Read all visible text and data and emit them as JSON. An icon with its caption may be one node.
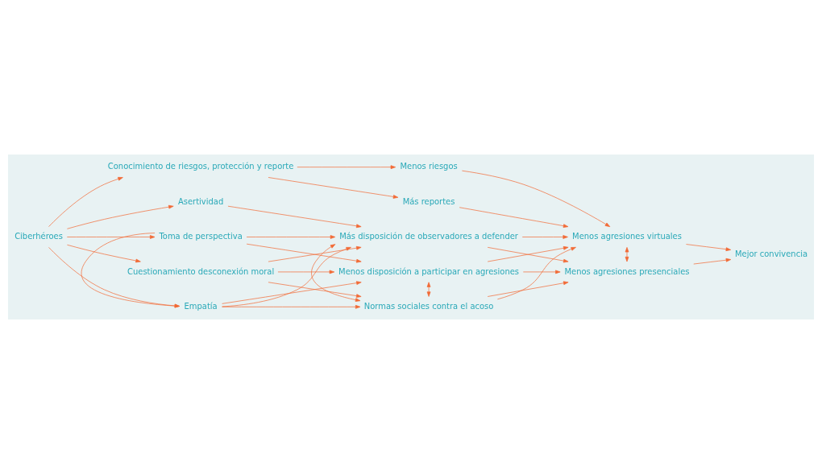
{
  "diagram": {
    "nodes": [
      {
        "text": [
          "Ciberhéroes"
        ]
      },
      {
        "text": [
          "Toma de perspectiva"
        ]
      },
      {
        "text": [
          "Empatía"
        ]
      },
      {
        "text": [
          "Asertividad"
        ]
      },
      {
        "text": [
          "Cuestionamiento desconexión moral"
        ]
      },
      {
        "text": [
          "Conocimiento de riesgos, protección y reporte"
        ]
      },
      {
        "text": [
          "Menos disposición a participar en agresiones"
        ]
      },
      {
        "text": [
          "Más disposición de observadores a defender"
        ]
      },
      {
        "text": [
          "Normas sociales contra el acoso"
        ]
      },
      {
        "text": [
          "Menos riesgos"
        ]
      },
      {
        "text": [
          "Más reportes"
        ]
      },
      {
        "text": [
          "Menos agresiones virtuales"
        ]
      },
      {
        "text": [
          "Menos agresiones presenciales"
        ]
      },
      {
        "text": [
          "Mejor convivencia"
        ]
      }
    ],
    "edges": [
      {
        "from": 0,
        "to": 1,
        "arrow": "to"
      },
      {
        "from": 0,
        "to": 2,
        "arrow": "to"
      },
      {
        "from": 0,
        "to": 3,
        "arrow": "to"
      },
      {
        "from": 0,
        "to": 4,
        "arrow": "to"
      },
      {
        "from": 0,
        "to": 5,
        "arrow": "to"
      },
      {
        "from": 1,
        "to": 2,
        "arrow": "to"
      },
      {
        "from": 1,
        "to": 6,
        "arrow": "to"
      },
      {
        "from": 1,
        "to": 7,
        "arrow": "to"
      },
      {
        "from": 2,
        "to": 6,
        "arrow": "to"
      },
      {
        "from": 2,
        "to": 7,
        "arrow": "to"
      },
      {
        "from": 2,
        "to": 8,
        "arrow": "to"
      },
      {
        "from": 3,
        "to": 7,
        "arrow": "to"
      },
      {
        "from": 4,
        "to": 6,
        "arrow": "to"
      },
      {
        "from": 4,
        "to": 7,
        "arrow": "to"
      },
      {
        "from": 4,
        "to": 8,
        "arrow": "to"
      },
      {
        "from": 5,
        "to": 9,
        "arrow": "to"
      },
      {
        "from": 5,
        "to": 10,
        "arrow": "to"
      },
      {
        "from": 7,
        "to": 8,
        "arrow": "both"
      },
      {
        "from": 6,
        "to": 8,
        "arrow": "both"
      },
      {
        "from": 6,
        "to": 11,
        "arrow": "to"
      },
      {
        "from": 6,
        "to": 12,
        "arrow": "to"
      },
      {
        "from": 7,
        "to": 11,
        "arrow": "to"
      },
      {
        "from": 7,
        "to": 12,
        "arrow": "to"
      },
      {
        "from": 8,
        "to": 11,
        "arrow": "to"
      },
      {
        "from": 8,
        "to": 12,
        "arrow": "to"
      },
      {
        "from": 9,
        "to": 11,
        "arrow": "to"
      },
      {
        "from": 10,
        "to": 11,
        "arrow": "to"
      },
      {
        "from": 11,
        "to": 12,
        "arrow": "both"
      },
      {
        "from": 11,
        "to": 13,
        "arrow": "to"
      },
      {
        "from": 12,
        "to": 13,
        "arrow": "to"
      }
    ]
  }
}
